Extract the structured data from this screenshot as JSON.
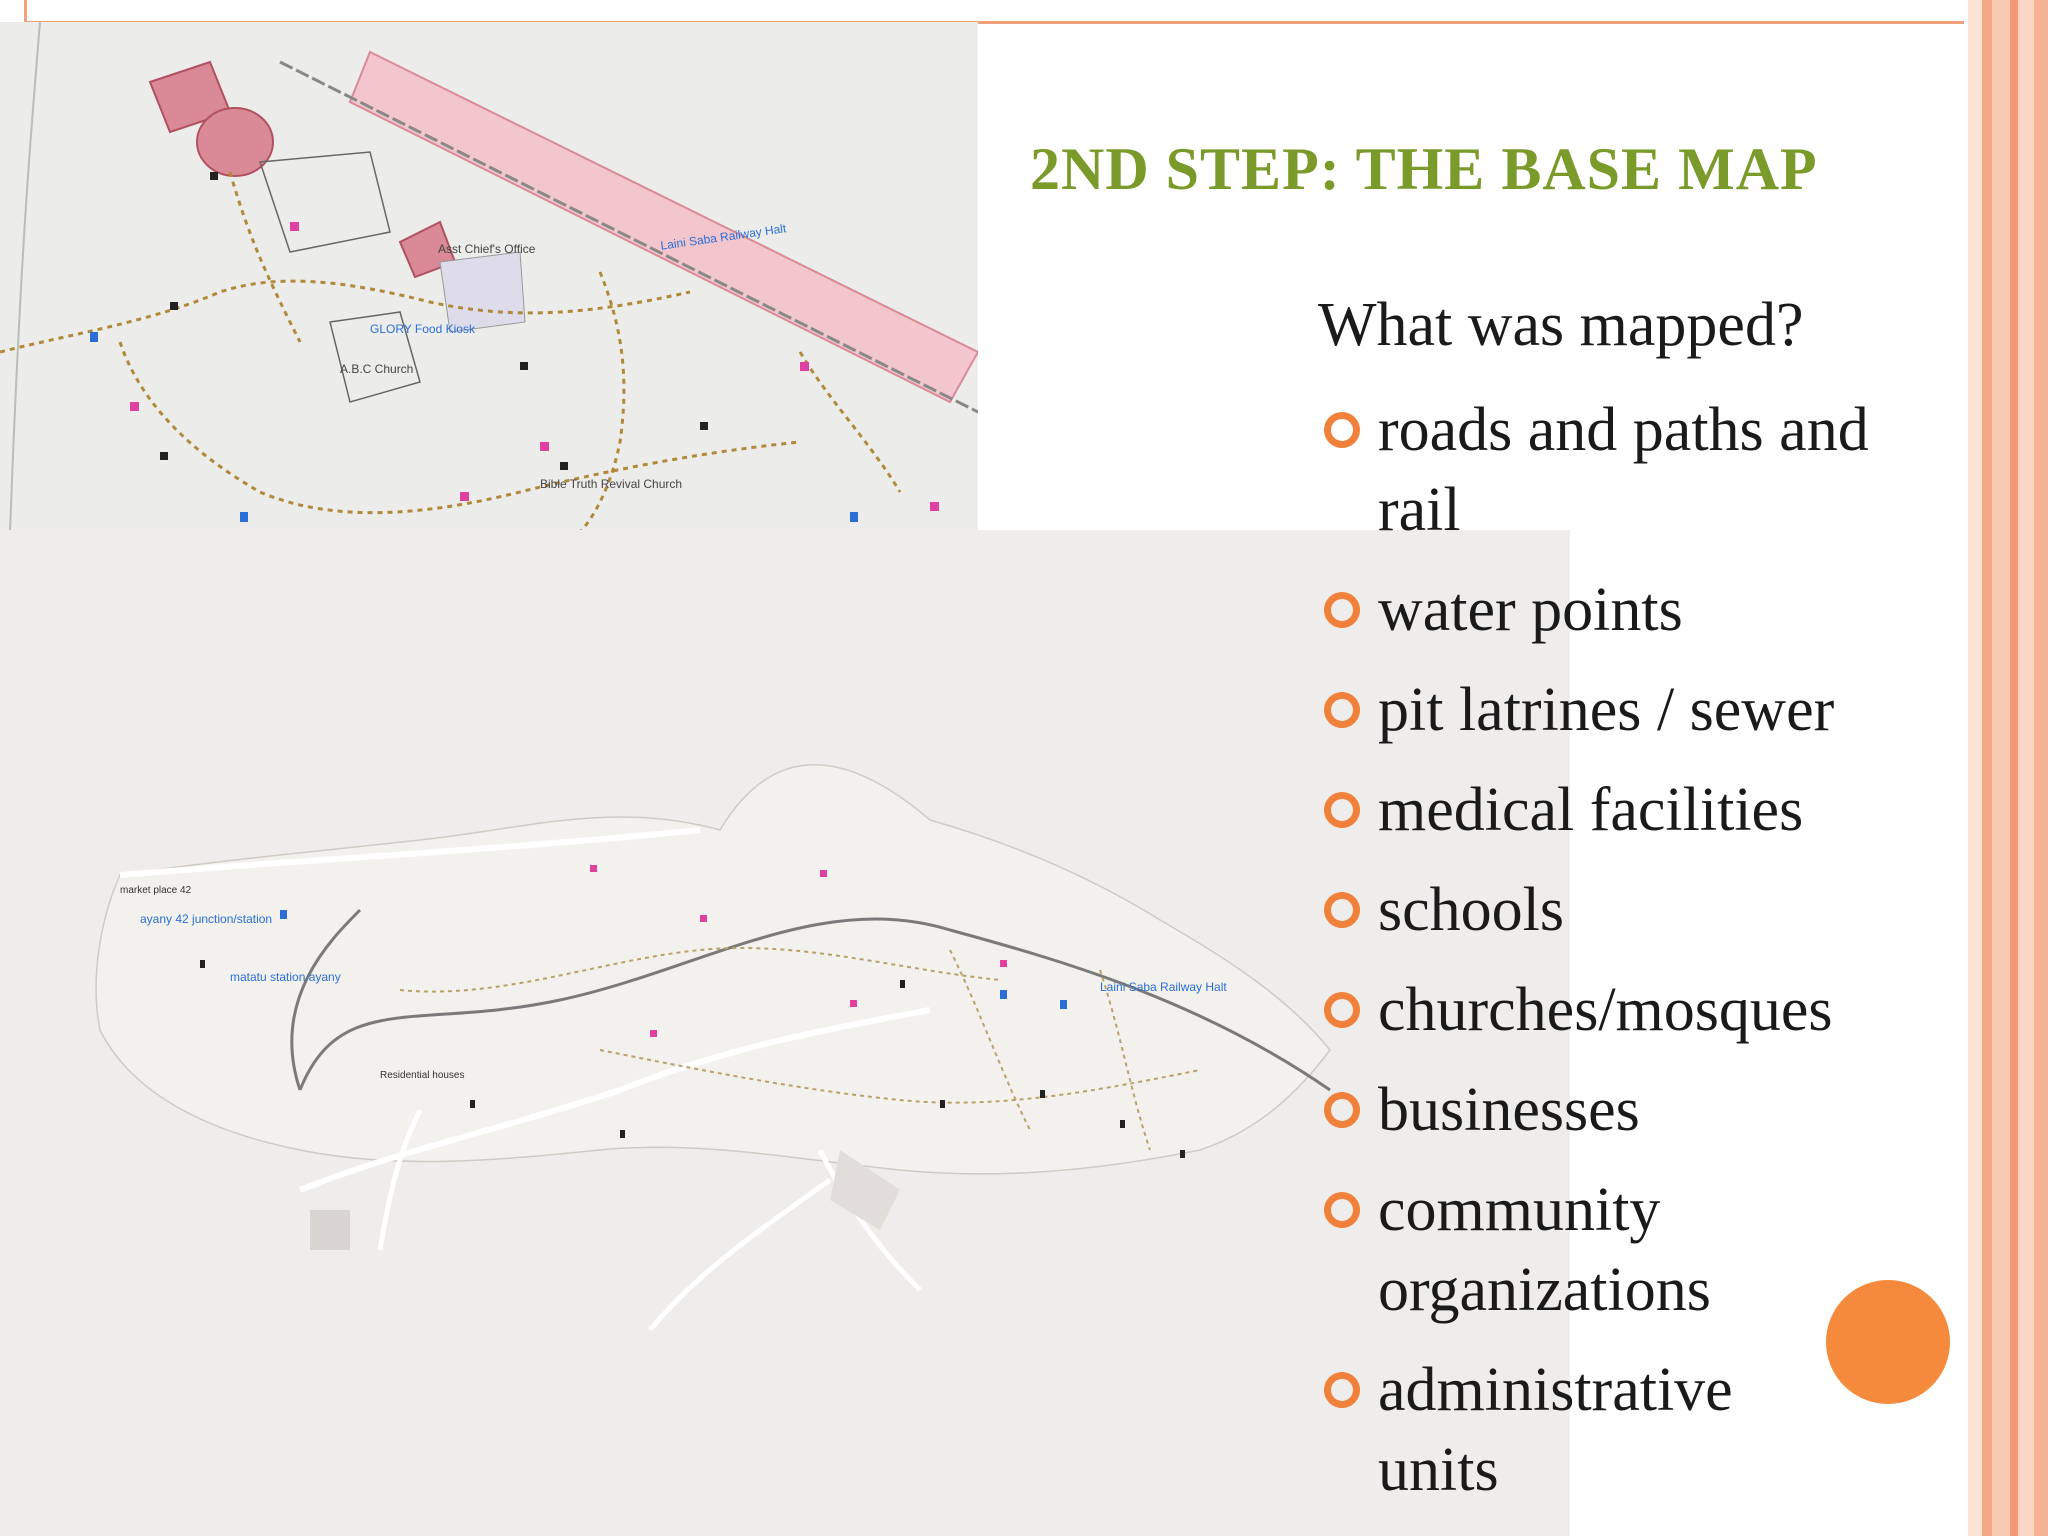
{
  "slide": {
    "title": "2ND STEP: THE BASE MAP",
    "question": "What was mapped?",
    "bullets": [
      "roads and paths and\nrail",
      " water points",
      " pit latrines / sewer",
      " medical facilities",
      " schools",
      " churches/mosques",
      " businesses",
      " community\norganizations",
      " administrative\nunits"
    ]
  },
  "map_top": {
    "labels": [
      "Asst Chief's Office",
      "A.B.C Church",
      "GLORY Food Kiosk",
      "Bible Truth Revival Church",
      "Laini Saba Railway Halt"
    ]
  },
  "map_bottom": {
    "labels": [
      "market place 42",
      "ayany 42 junction/station",
      "matatu station ayany",
      "Residential houses",
      "Laini Saba Railway Halt"
    ]
  },
  "colors": {
    "title": "#7a9a2a",
    "bullet_ring": "#f0803a",
    "accent_dot": "#f58a3c",
    "stripes": [
      "#f9c9b2",
      "#f4a888",
      "#fde3d6",
      "#f39a74"
    ]
  }
}
